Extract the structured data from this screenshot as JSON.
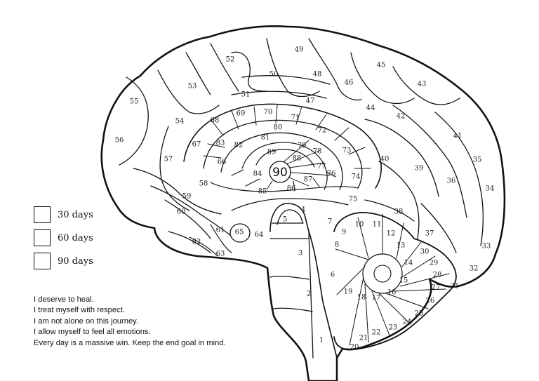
{
  "legend": {
    "items": [
      {
        "label": "30 days"
      },
      {
        "label": "60 days"
      },
      {
        "label": "90 days"
      }
    ]
  },
  "affirmations": [
    "I deserve to heal.",
    "I treat myself with respect.",
    "I am not alone on this journey.",
    "I allow myself to feel all emotions.",
    "Every day is a massive win. Keep the end goal in mind."
  ],
  "center_label": "90",
  "regions": [
    "1",
    "2",
    "3",
    "4",
    "5",
    "6",
    "7",
    "8",
    "9",
    "10",
    "11",
    "12",
    "13",
    "14",
    "15",
    "16",
    "17",
    "18",
    "19",
    "20",
    "21",
    "22",
    "23",
    "24",
    "25",
    "26",
    "27",
    "28",
    "29",
    "30",
    "31",
    "32",
    "33",
    "34",
    "35",
    "36",
    "37",
    "38",
    "39",
    "40",
    "41",
    "42",
    "43",
    "44",
    "45",
    "46",
    "47",
    "48",
    "49",
    "50",
    "51",
    "52",
    "53",
    "54",
    "55",
    "56",
    "57",
    "58",
    "59",
    "60",
    "61",
    "62",
    "63",
    "64",
    "65",
    "66",
    "67",
    "68",
    "69",
    "70",
    "71",
    "72",
    "73",
    "74",
    "75",
    "76",
    "77",
    "78",
    "79",
    "80",
    "81",
    "82",
    "83",
    "84",
    "85",
    "86",
    "87",
    "88",
    "89"
  ],
  "colors": {
    "outline": "#111111",
    "fill": "#ffffff"
  }
}
